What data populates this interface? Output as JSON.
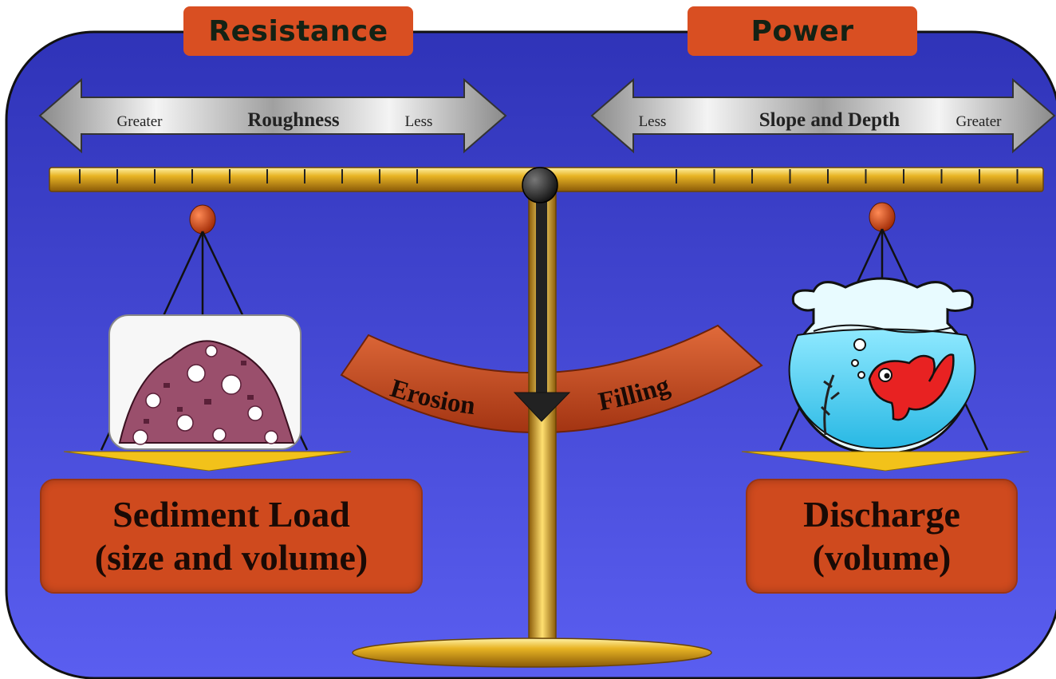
{
  "header": {
    "left_tab": "Resistance",
    "right_tab": "Power"
  },
  "arrows": {
    "left": {
      "start": "Greater",
      "title": "Roughness",
      "end": "Less"
    },
    "right": {
      "start": "Less",
      "title": "Slope and Depth",
      "end": "Greater"
    }
  },
  "arc": {
    "left_word": "Erosion",
    "right_word": "Filling"
  },
  "pans": {
    "left": {
      "line1": "Sediment Load",
      "line2": "(size and volume)",
      "icon": "sediment-pile-icon"
    },
    "right": {
      "line1": "Discharge",
      "line2": "(volume)",
      "icon": "fishbowl-icon"
    }
  },
  "colors": {
    "background": "#4248d0",
    "accent_orange": "#d94f22",
    "gold": "#e0b020"
  }
}
